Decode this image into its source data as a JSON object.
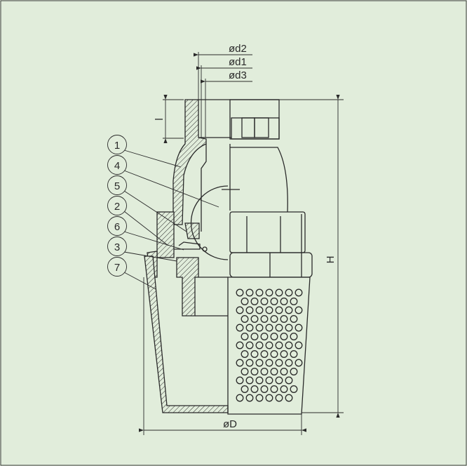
{
  "drawing": {
    "title": "Foot valve sectional drawing",
    "dimensions": {
      "d2": "ød2",
      "d1": "ød1",
      "d3": "ød3",
      "l": "l",
      "H": "H",
      "D": "øD"
    },
    "balloons": [
      "1",
      "4",
      "5",
      "2",
      "6",
      "3",
      "7"
    ],
    "colors": {
      "background": "#e1eddb",
      "line": "#2a2a2a"
    }
  }
}
